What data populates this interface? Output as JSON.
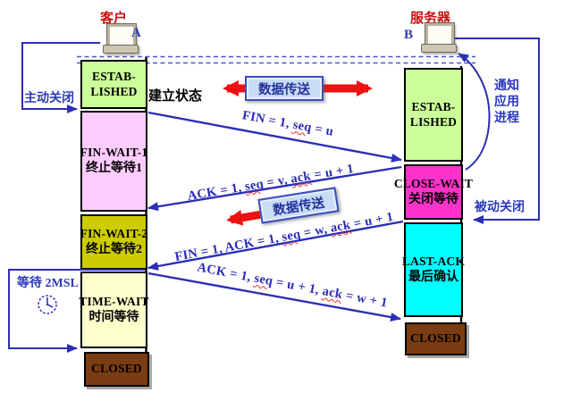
{
  "header": {
    "client_label": "客户",
    "client_host": "A",
    "server_label": "服务器",
    "server_host": "B"
  },
  "side_notes": {
    "active_close": "主动关闭",
    "wait_2msl": "等待 2MSL",
    "passive_close": "被动关闭",
    "notify_line1": "通知",
    "notify_line2": "应用",
    "notify_line3": "进程"
  },
  "client_states": [
    {
      "line1": "ESTAB-",
      "line2": "LISHED",
      "zh": "建立状态"
    },
    {
      "line1": "FIN-WAIT-1",
      "zh": "终止等待1"
    },
    {
      "line1": "FIN-WAIT-2",
      "zh": "终止等待2"
    },
    {
      "line1": "TIME-WAIT",
      "zh": "时间等待"
    },
    {
      "line1": "CLOSED"
    }
  ],
  "server_states": [
    {
      "line1": "ESTAB-",
      "line2": "LISHED"
    },
    {
      "line1": "CLOSE-WAIT",
      "zh": "关闭等待"
    },
    {
      "line1": "LAST-ACK",
      "zh": "最后确认"
    },
    {
      "line1": "CLOSED"
    }
  ],
  "messages": [
    {
      "label": "FIN = 1, seq = u"
    },
    {
      "label": "ACK = 1, seq = v, ack = u + 1"
    },
    {
      "label": "FIN = 1, ACK = 1, seq = w, ack = u + 1"
    },
    {
      "label": "ACK = 1, seq = u + 1, ack = w + 1"
    }
  ],
  "data_transfer": {
    "label": "数据传送"
  },
  "icons": {
    "clock": "clock-icon",
    "client_computer": "computer-icon",
    "server_computer": "computer-icon"
  },
  "colors": {
    "established": "#ccff99",
    "fin_wait_1": "#ffccff",
    "fin_wait_2": "#cccc00",
    "time_wait": "#ffffcc",
    "closed": "#7a3c12",
    "close_wait": "#ff33cc",
    "last_ack": "#00ffff",
    "arrow_blue": "#2a2fb5",
    "arrow_red": "#ee1111",
    "role_red": "#cc1111",
    "data_box_fill": "#c9dcf6"
  }
}
